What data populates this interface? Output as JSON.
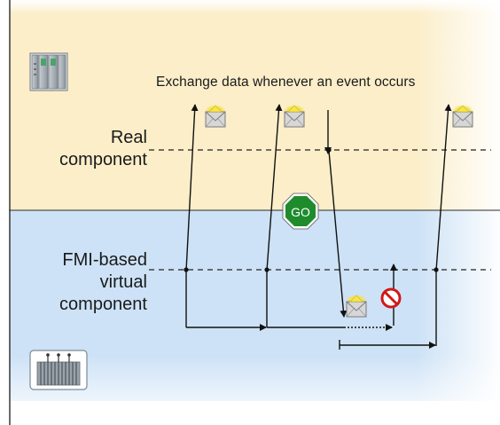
{
  "diagram": {
    "caption": "Exchange data whenever an event occurs",
    "real_component": [
      "Real",
      "component"
    ],
    "fmi_component": [
      "FMI-based",
      "virtual",
      "component"
    ],
    "go_sign": "GO"
  },
  "colors": {
    "real_band": "#fbeec9",
    "virtual_band": "#cde2f6",
    "go_green": "#1e8c2c",
    "stop_red": "#d01818",
    "envelope_glow": "#f4e24a"
  },
  "icons": [
    "plc-icon",
    "transformer-icon",
    "envelope-icon",
    "go-sign-icon",
    "no-entry-icon"
  ]
}
